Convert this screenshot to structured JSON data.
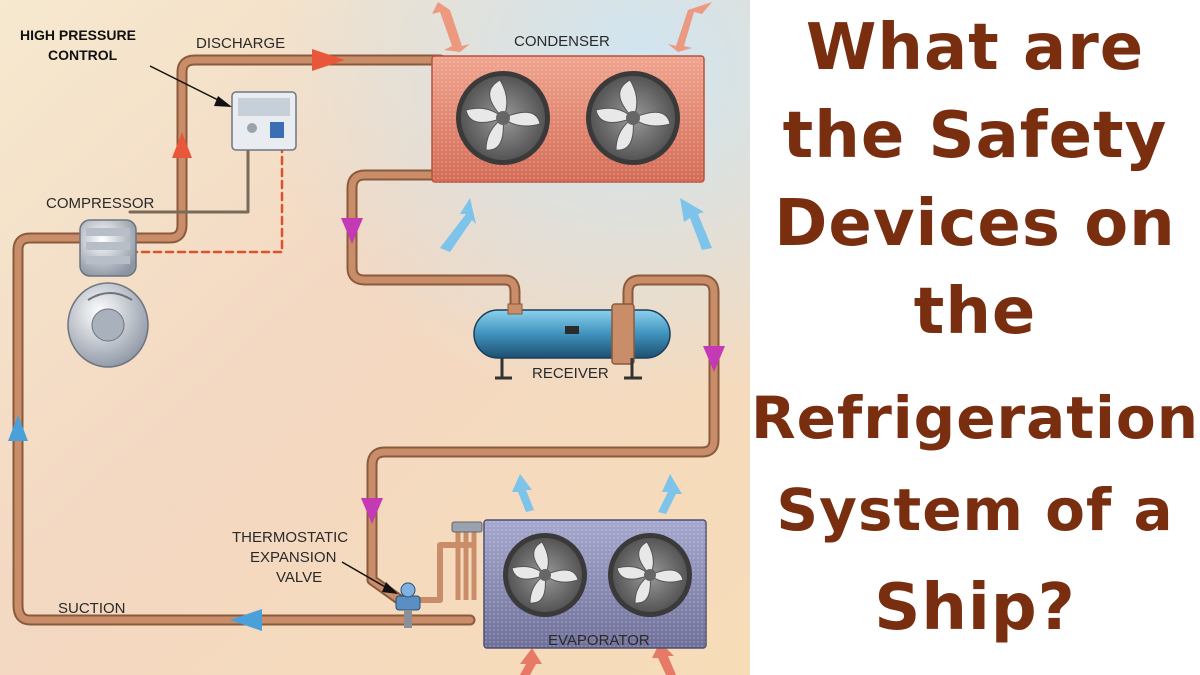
{
  "diagram": {
    "labels": {
      "high_pressure_line1": "HIGH PRESSURE",
      "high_pressure_line2": "CONTROL",
      "discharge": "DISCHARGE",
      "condenser": "CONDENSER",
      "compressor": "COMPRESSOR",
      "receiver": "RECEIVER",
      "tev_line1": "THERMOSTATIC",
      "tev_line2": "EXPANSION",
      "tev_line3": "VALVE",
      "suction": "SUCTION",
      "evaporator": "EVAPORATOR"
    },
    "colors": {
      "pipe": "#c98d6a",
      "pipe_edge": "#8a5a3c",
      "hot_arrow": "#e8573a",
      "liquid_arrow": "#c43ab4",
      "cold_arrow": "#4aa0d8",
      "air_arrow": "#7ec4ea",
      "condenser_body": "#e9836e",
      "evaporator_body": "#8e8fb8",
      "receiver_body": "#3f92bd"
    }
  },
  "title": {
    "lines": [
      "What are",
      "the Safety",
      "Devices on",
      "the",
      "Refrigeration",
      "System of a",
      "Ship?"
    ],
    "color": "#7a2e10"
  }
}
